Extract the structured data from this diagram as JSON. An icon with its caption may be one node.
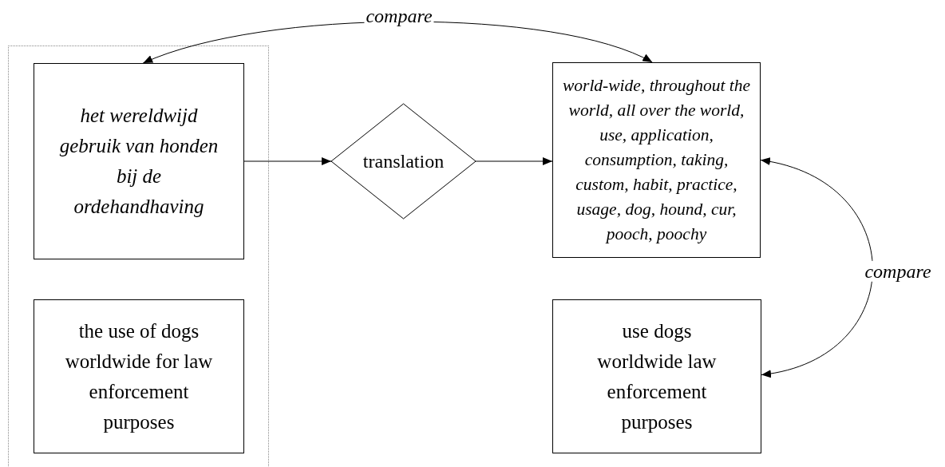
{
  "diagram": {
    "nodes": [
      {
        "text": [],
        "shape": "box"
      },
      {
        "text": [
          "het wereldwijd gebruik van honden bij de ordehandhaving"
        ],
        "in": 0
      },
      {
        "text": [
          "the use of dogs worldwide for law enforcement purposes"
        ],
        "in": 0
      },
      {
        "text": [
          "translation"
        ]
      },
      {
        "text": [
          "world-wide, throughout the world, all over the world, use, application, consumption, taking, custom, habit, practice, usage, dog, hound, cur, pooch, poochy"
        ]
      },
      {
        "text": [
          "use dogs worldwide law enforcement purposes"
        ]
      }
    ],
    "edges": [
      {
        "from": 1,
        "to": 3,
        "arrow": "to"
      },
      {
        "from": 3,
        "to": 4,
        "arrow": "to"
      },
      {
        "from": 4,
        "to": 1,
        "arrow": "both",
        "label": "compare"
      },
      {
        "from": 4,
        "to": 5,
        "arrow": "both",
        "label": "compare"
      }
    ]
  }
}
